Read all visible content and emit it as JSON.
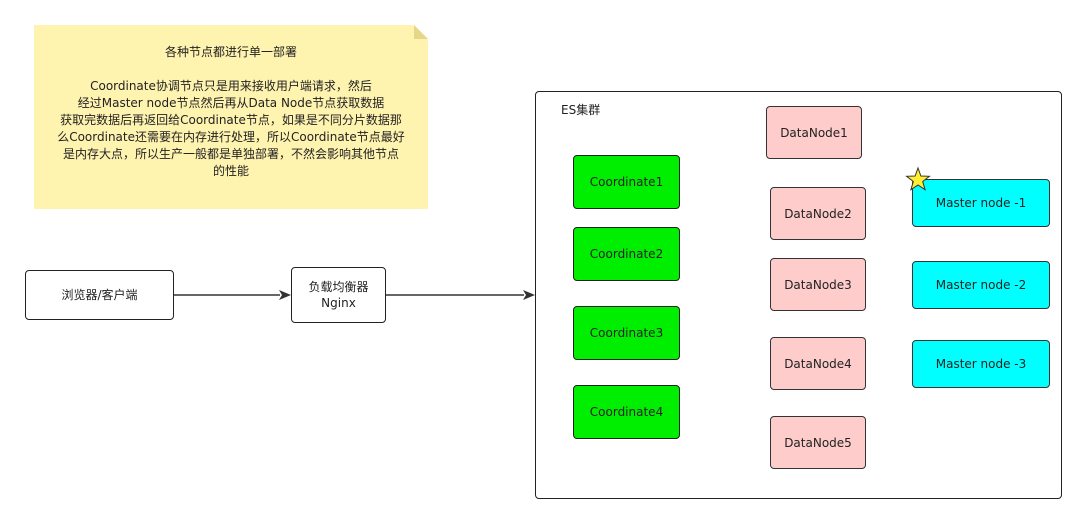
{
  "note": {
    "title": "各种节点都进行单一部署",
    "lines": [
      "Coordinate协调节点只是用来接收用户端请求，然后",
      "经过Master node节点然后再从Data Node节点获取数据",
      "获取完数据后再返回给Coordinate节点，如果是不同分片数据那",
      "么Coordinate还需要在内存进行处理，所以Coordinate节点最好",
      "是内存大点，所以生产一般都是单独部署，不然会影响其他节点",
      "的性能"
    ]
  },
  "client": {
    "label": "浏览器/客户端"
  },
  "load_balancer": {
    "line1": "负载均衡器",
    "line2": "Nginx"
  },
  "cluster": {
    "label": "ES集群"
  },
  "coordinates": [
    "Coordinate1",
    "Coordinate2",
    "Coordinate3",
    "Coordinate4"
  ],
  "datanodes": [
    "DataNode1",
    "DataNode2",
    "DataNode3",
    "DataNode4",
    "DataNode5"
  ],
  "masters": [
    "Master node -1",
    "Master node -2",
    "Master node -3"
  ],
  "colors": {
    "note_bg": "#fff3b0",
    "coordinate": "#00ee00",
    "datanode": "#ffcccc",
    "master": "#00ffff",
    "star": "#ffee33"
  },
  "markers": {
    "active_master_icon": "star-icon"
  }
}
